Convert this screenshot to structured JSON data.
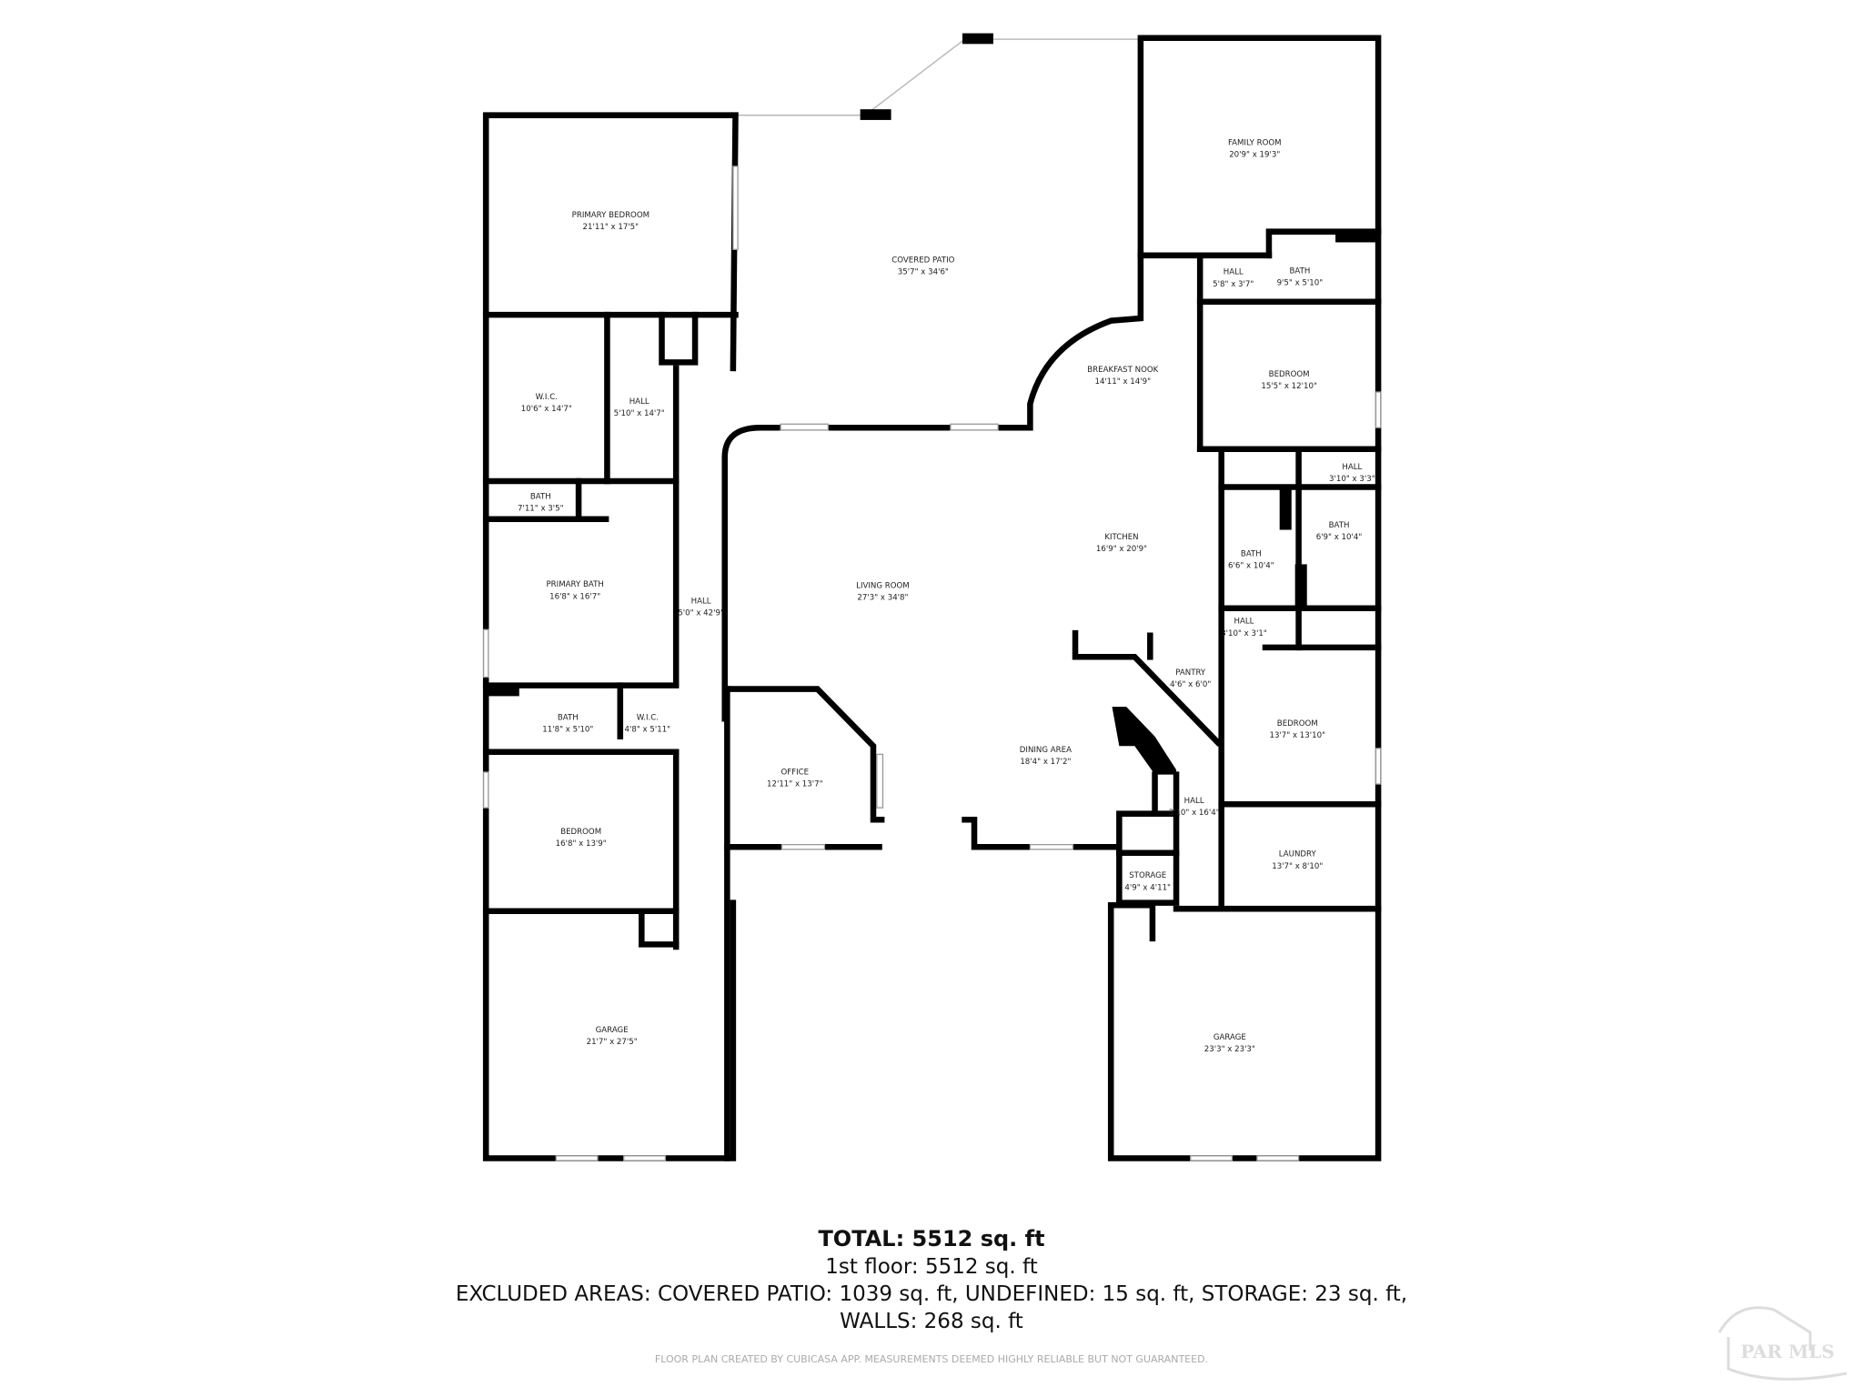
{
  "rooms": [
    {
      "name": "PRIMARY BEDROOM",
      "dims": "21'11\" x 17'5\""
    },
    {
      "name": "COVERED PATIO",
      "dims": "35'7\" x 34'6\""
    },
    {
      "name": "FAMILY ROOM",
      "dims": "20'9\" x 19'3\""
    },
    {
      "name": "HALL",
      "dims": "5'8\" x 3'7\""
    },
    {
      "name": "BATH",
      "dims": "9'5\" x 5'10\""
    },
    {
      "name": "W.I.C.",
      "dims": "10'6\" x 14'7\""
    },
    {
      "name": "HALL",
      "dims": "5'10\" x 14'7\""
    },
    {
      "name": "BREAKFAST NOOK",
      "dims": "14'11\" x 14'9\""
    },
    {
      "name": "BEDROOM",
      "dims": "15'5\" x 12'10\""
    },
    {
      "name": "HALL",
      "dims": "3'10\" x 3'3\""
    },
    {
      "name": "BATH",
      "dims": "7'11\" x 3'5\""
    },
    {
      "name": "KITCHEN",
      "dims": "16'9\" x 20'9\""
    },
    {
      "name": "BATH",
      "dims": "6'9\" x 10'4\""
    },
    {
      "name": "BATH",
      "dims": "6'6\" x 10'4\""
    },
    {
      "name": "LIVING ROOM",
      "dims": "27'3\" x 34'8\""
    },
    {
      "name": "PRIMARY BATH",
      "dims": "16'8\" x 16'7\""
    },
    {
      "name": "HALL",
      "dims": "5'0\" x 42'9\""
    },
    {
      "name": "HALL",
      "dims": "3'10\" x 3'1\""
    },
    {
      "name": "PANTRY",
      "dims": "4'6\" x 6'0\""
    },
    {
      "name": "BATH",
      "dims": "11'8\" x 5'10\""
    },
    {
      "name": "W.I.C.",
      "dims": "4'8\" x 5'11\""
    },
    {
      "name": "BEDROOM",
      "dims": "13'7\" x 13'10\""
    },
    {
      "name": "DINING AREA",
      "dims": "18'4\" x 17'2\""
    },
    {
      "name": "OFFICE",
      "dims": "12'11\" x 13'7\""
    },
    {
      "name": "HALL",
      "dims": "3'10\" x 16'4\""
    },
    {
      "name": "BEDROOM",
      "dims": "16'8\" x 13'9\""
    },
    {
      "name": "LAUNDRY",
      "dims": "13'7\" x 8'10\""
    },
    {
      "name": "STORAGE",
      "dims": "4'9\" x 4'11\""
    },
    {
      "name": "GARAGE",
      "dims": "21'7\" x 27'5\""
    },
    {
      "name": "GARAGE",
      "dims": "23'3\" x 23'3\""
    }
  ],
  "summary": {
    "total": "TOTAL: 5512 sq. ft",
    "first_floor": "1st floor: 5512 sq. ft",
    "excluded": "EXCLUDED AREAS: COVERED PATIO: 1039 sq. ft, UNDEFINED: 15 sq. ft, STORAGE: 23 sq. ft,",
    "walls": "WALLS: 268 sq. ft"
  },
  "disclaimer": "FLOOR PLAN CREATED BY CUBICASA APP. MEASUREMENTS DEEMED HIGHLY RELIABLE BUT NOT GUARANTEED.",
  "watermark": "PAR MLS"
}
